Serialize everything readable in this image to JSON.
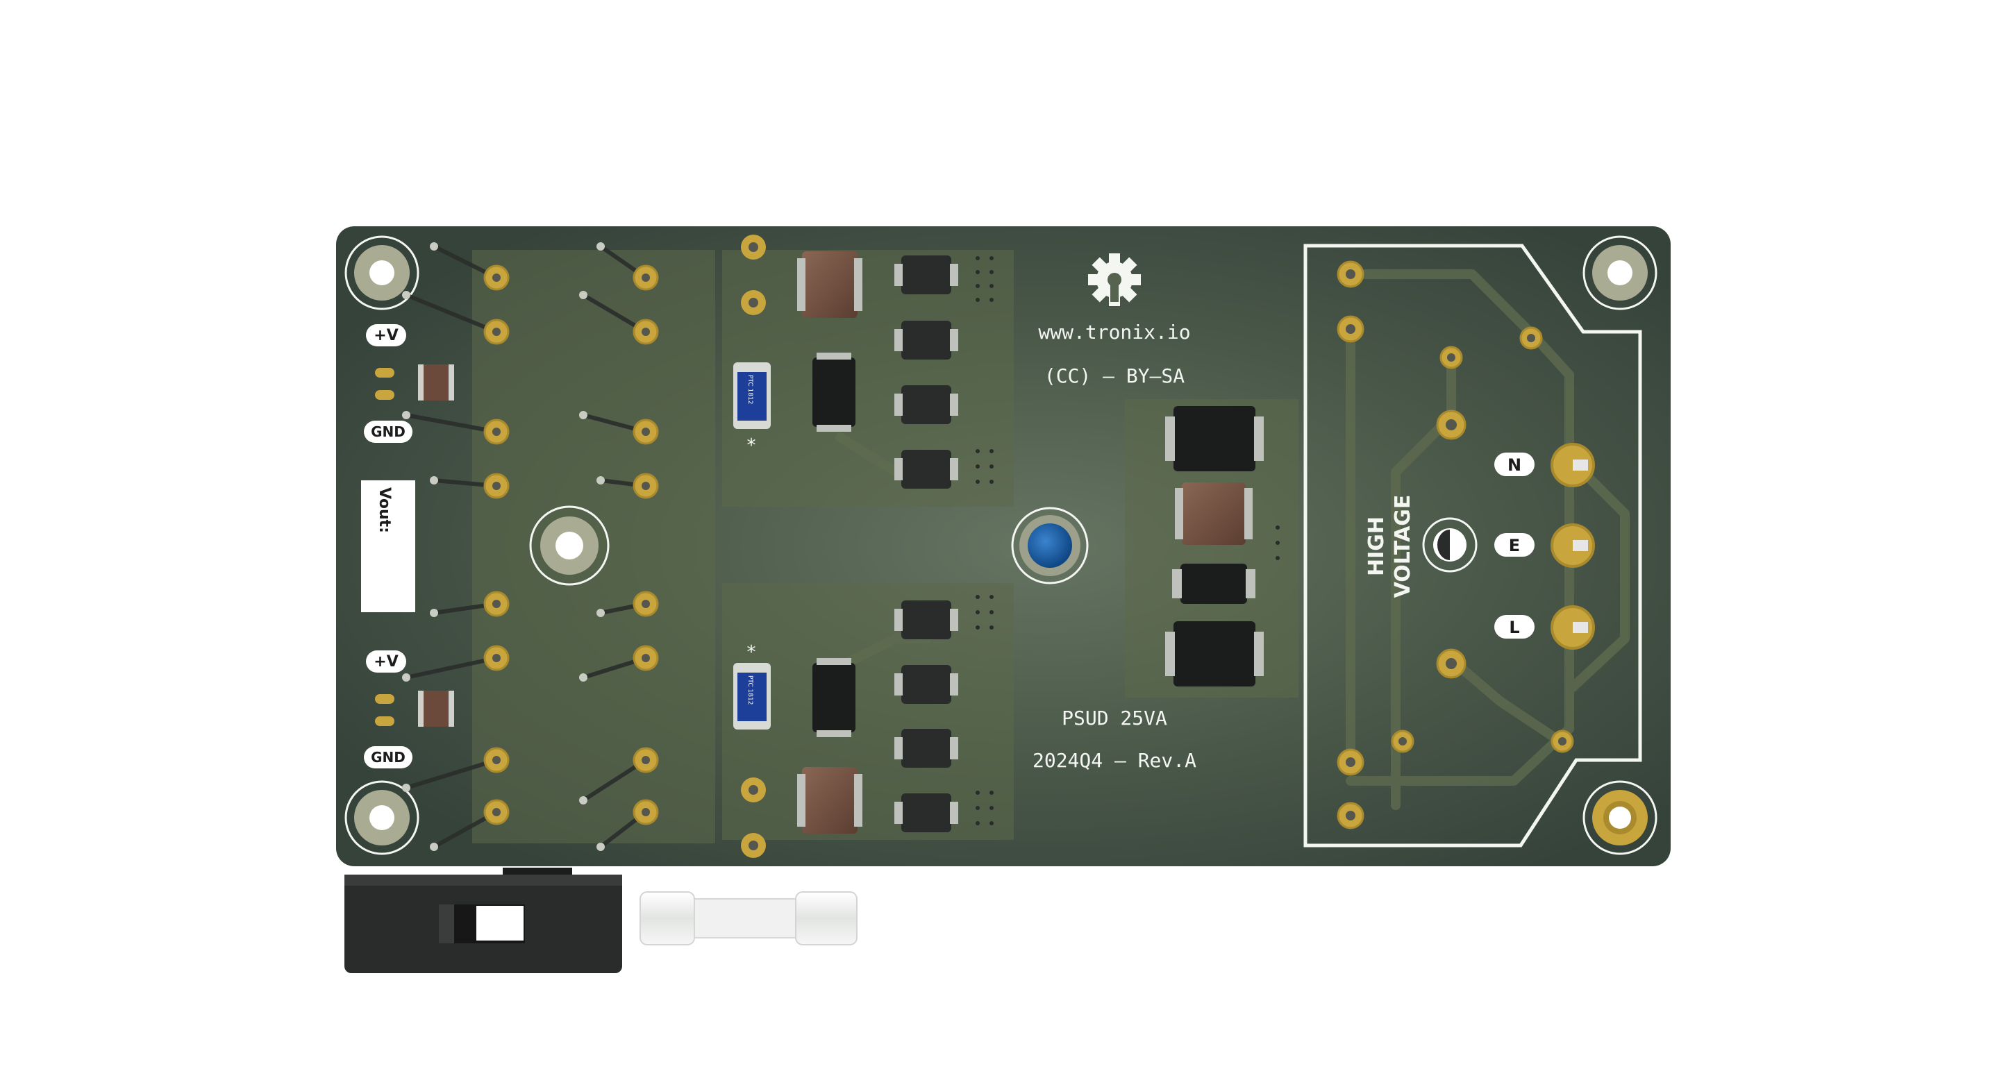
{
  "board": {
    "website": "www.tronix.io",
    "license": "(CC) — BY—SA",
    "model": "PSUD 25VA",
    "revision": "2024Q4 — Rev.A",
    "hv_line1": "HIGH",
    "hv_line2": "VOLTAGE"
  },
  "labels": {
    "vplus_top": "+V",
    "gnd_top": "GND",
    "vplus_bottom": "+V",
    "gnd_bottom": "GND",
    "vout": "Vout:",
    "mains_n": "N",
    "mains_e": "E",
    "mains_l": "L",
    "ptc_mark_top": "*",
    "ptc_mark_bottom": "*",
    "ptc_code_top": "PTC 1812",
    "ptc_code_bottom": "PTC 1812"
  },
  "icons": {
    "logo": "gear-icon"
  },
  "colors": {
    "pcb": "#3f4c42",
    "silkscreen": "#f4f6f2",
    "pad_gold": "#c9a53d",
    "led_blue": "#1c5fa8"
  }
}
